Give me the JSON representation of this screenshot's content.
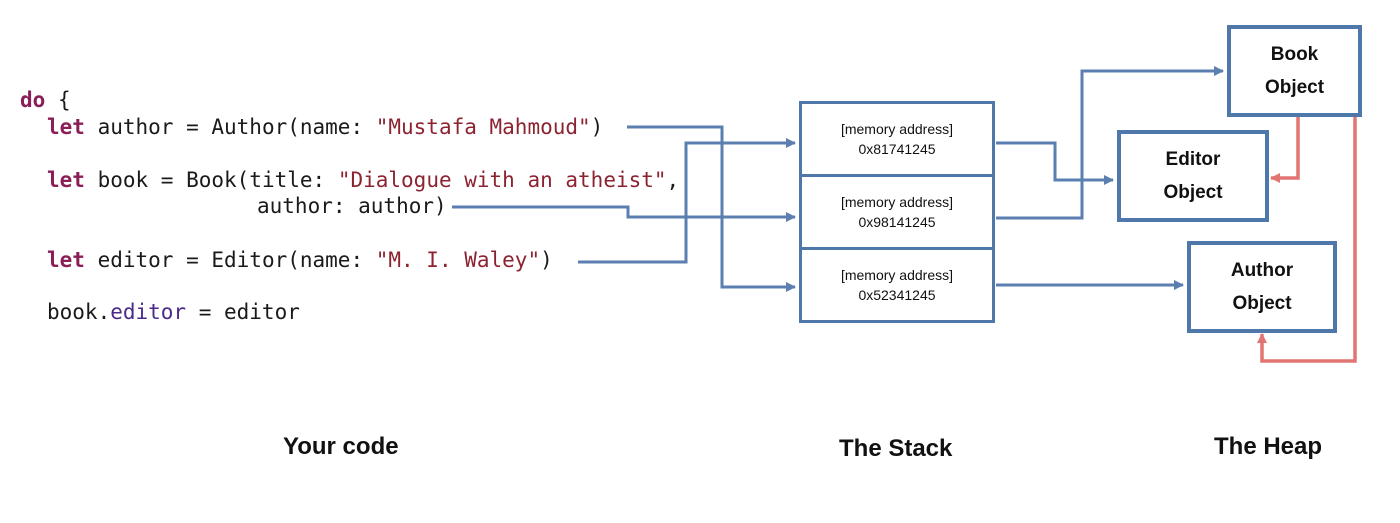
{
  "code": {
    "line1": {
      "kw": "do",
      "rest": " {"
    },
    "line2": {
      "kw": "let",
      "pre": " author = Author(name: ",
      "str": "\"Mustafa Mahmoud\"",
      "post": ")"
    },
    "line3": {
      "kw": "let",
      "pre": " book = Book(title: ",
      "str": "\"Dialogue with an atheist\"",
      "post": ","
    },
    "line4": {
      "text": "author: author)"
    },
    "line5": {
      "kw": "let",
      "pre": " editor = Editor(name: ",
      "str": "\"M. I. Waley\"",
      "post": ")"
    },
    "line6": {
      "pre": "book.",
      "prop": "editor",
      "post": " = editor"
    }
  },
  "stack": [
    {
      "label": "[memory address]",
      "address": "0x81741245"
    },
    {
      "label": "[memory address]",
      "address": "0x98141245"
    },
    {
      "label": "[memory address]",
      "address": "0x52341245"
    }
  ],
  "heap": {
    "book": {
      "line1": "Book",
      "line2": "Object"
    },
    "editor": {
      "line1": "Editor",
      "line2": "Object"
    },
    "author": {
      "line1": "Author",
      "line2": "Object"
    }
  },
  "captions": {
    "code": "Your code",
    "stack": "The Stack",
    "heap": "The Heap"
  },
  "colors": {
    "reference_arrow": "#5b7fb0",
    "object_reference_arrow": "#e27474",
    "box_border": "#4f78aa",
    "keyword": "#8b1e57",
    "string": "#8c2330"
  }
}
